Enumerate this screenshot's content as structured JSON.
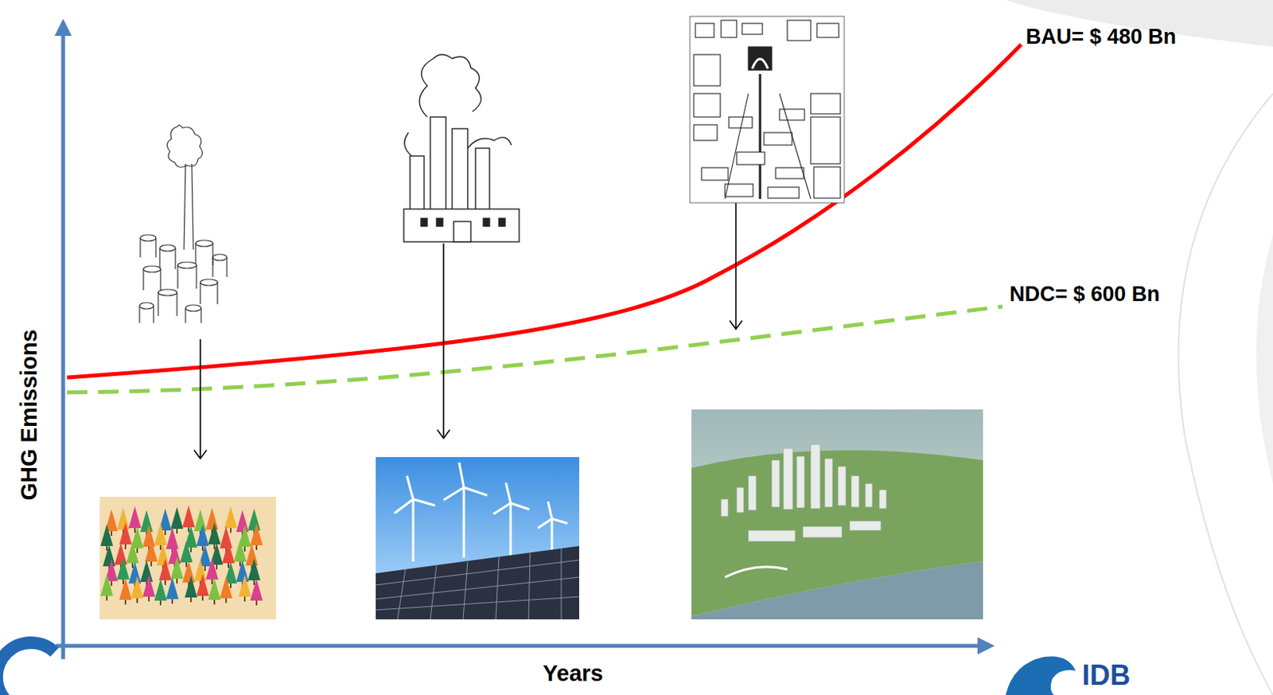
{
  "diagram": {
    "labels": [
      "BAU= $ 480 Bn",
      "NDC= $ 600 Bn",
      "GHG Emissions",
      "Years",
      "IDB"
    ]
  }
}
